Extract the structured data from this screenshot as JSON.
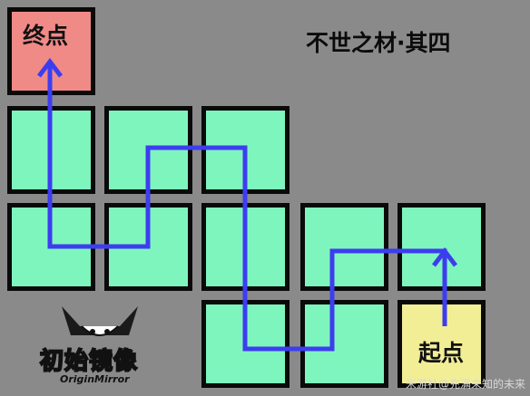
{
  "puzzle": {
    "title": "不世之材·其四",
    "goal_label": "终点",
    "start_label": "起点",
    "colors": {
      "background": "#8a8a8a",
      "floor": "#7ff5be",
      "goal": "#f08a86",
      "start": "#f2ee96",
      "path": "#3d3df0",
      "border": "#0a0a0a"
    },
    "grid": {
      "rows": [
        {
          "row": 0,
          "cells": [
            {
              "col": 0,
              "type": "goal"
            }
          ]
        },
        {
          "row": 1,
          "cells": [
            {
              "col": 0,
              "type": "floor"
            },
            {
              "col": 1,
              "type": "floor"
            },
            {
              "col": 2,
              "type": "floor"
            }
          ]
        },
        {
          "row": 2,
          "cells": [
            {
              "col": 0,
              "type": "floor"
            },
            {
              "col": 1,
              "type": "floor"
            },
            {
              "col": 2,
              "type": "floor"
            },
            {
              "col": 3,
              "type": "floor"
            },
            {
              "col": 4,
              "type": "floor"
            }
          ]
        },
        {
          "row": 3,
          "cells": [
            {
              "col": 2,
              "type": "floor"
            },
            {
              "col": 3,
              "type": "floor"
            },
            {
              "col": 4,
              "type": "start"
            }
          ]
        }
      ]
    }
  },
  "logo": {
    "name_cn": "初始镜像",
    "name_en": "OriginMirror"
  },
  "watermark": "米游社@充满未知的未来"
}
